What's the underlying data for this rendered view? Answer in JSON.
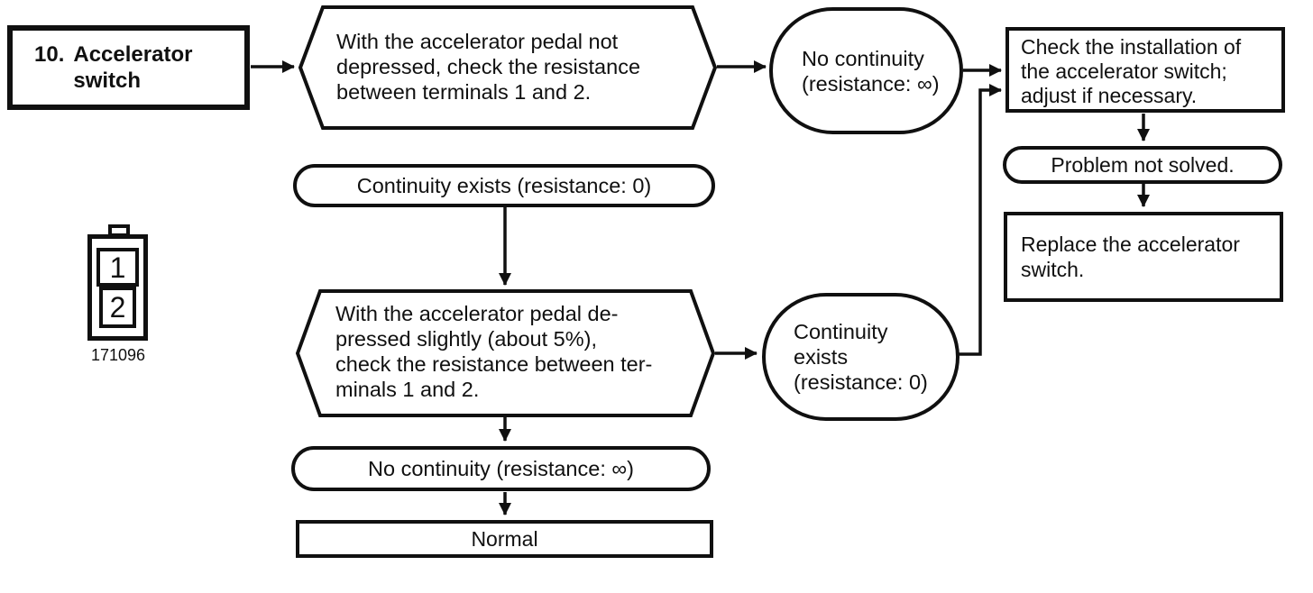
{
  "colors": {
    "ink": "#101010",
    "background": "#ffffff"
  },
  "step": {
    "number": "10.",
    "title": "Accelerator switch"
  },
  "connector": {
    "terminal_top": "1",
    "terminal_bottom": "2",
    "part_number": "171096"
  },
  "tests": {
    "pedal_released": {
      "instruction": "With the accelerator pedal not\ndepressed, check the resistance\nbetween terminals 1 and 2.",
      "fail_result": "No continuity\n(resistance: ∞)",
      "pass_result": "Continuity exists (resistance: 0)"
    },
    "pedal_depressed": {
      "instruction": "With the accelerator pedal de-\npressed slightly (about 5%),\ncheck the resistance between ter-\nminals 1 and 2.",
      "fail_result": "Continuity\nexists\n(resistance: 0)",
      "pass_result": "No continuity (resistance: ∞)"
    }
  },
  "actions": {
    "check_installation": "Check the installation of\nthe accelerator switch;\nadjust if necessary.",
    "problem_not_solved": "Problem not solved.",
    "replace_switch": "Replace the accelerator\nswitch.",
    "normal": "Normal"
  }
}
